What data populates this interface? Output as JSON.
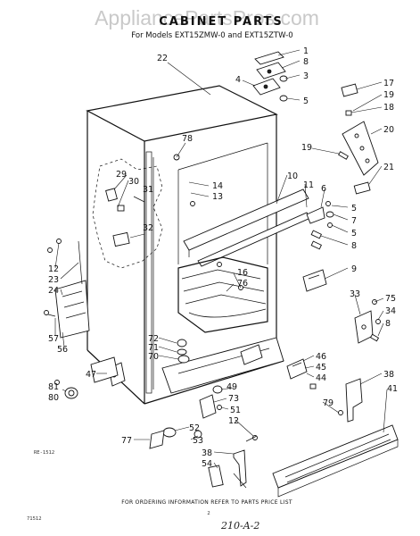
{
  "watermark": "AppliancePartsPros.com",
  "title": "CABINET PARTS",
  "subtitle": "For Models EXT15ZMW-0 and EXT15ZTW-0",
  "callouts": [
    "1",
    "8",
    "3",
    "4",
    "5",
    "22",
    "17",
    "19",
    "18",
    "20",
    "78",
    "19",
    "21",
    "14",
    "13",
    "10",
    "11",
    "6",
    "5",
    "7",
    "5",
    "8",
    "29",
    "30",
    "31",
    "32",
    "12",
    "23",
    "24",
    "16",
    "76",
    "9",
    "33",
    "75",
    "34",
    "8",
    "57",
    "56",
    "72",
    "71",
    "70",
    "47",
    "46",
    "45",
    "44",
    "38",
    "49",
    "73",
    "51",
    "12",
    "79",
    "41",
    "81",
    "80",
    "77",
    "52",
    "53",
    "38",
    "54"
  ],
  "footer_note": "FOR ORDERING INFORMATION REFER TO PARTS PRICE LIST",
  "ref_code": "RE-1512",
  "page_code": "71512",
  "page_number": "2",
  "handwritten_note": "210-A-2"
}
